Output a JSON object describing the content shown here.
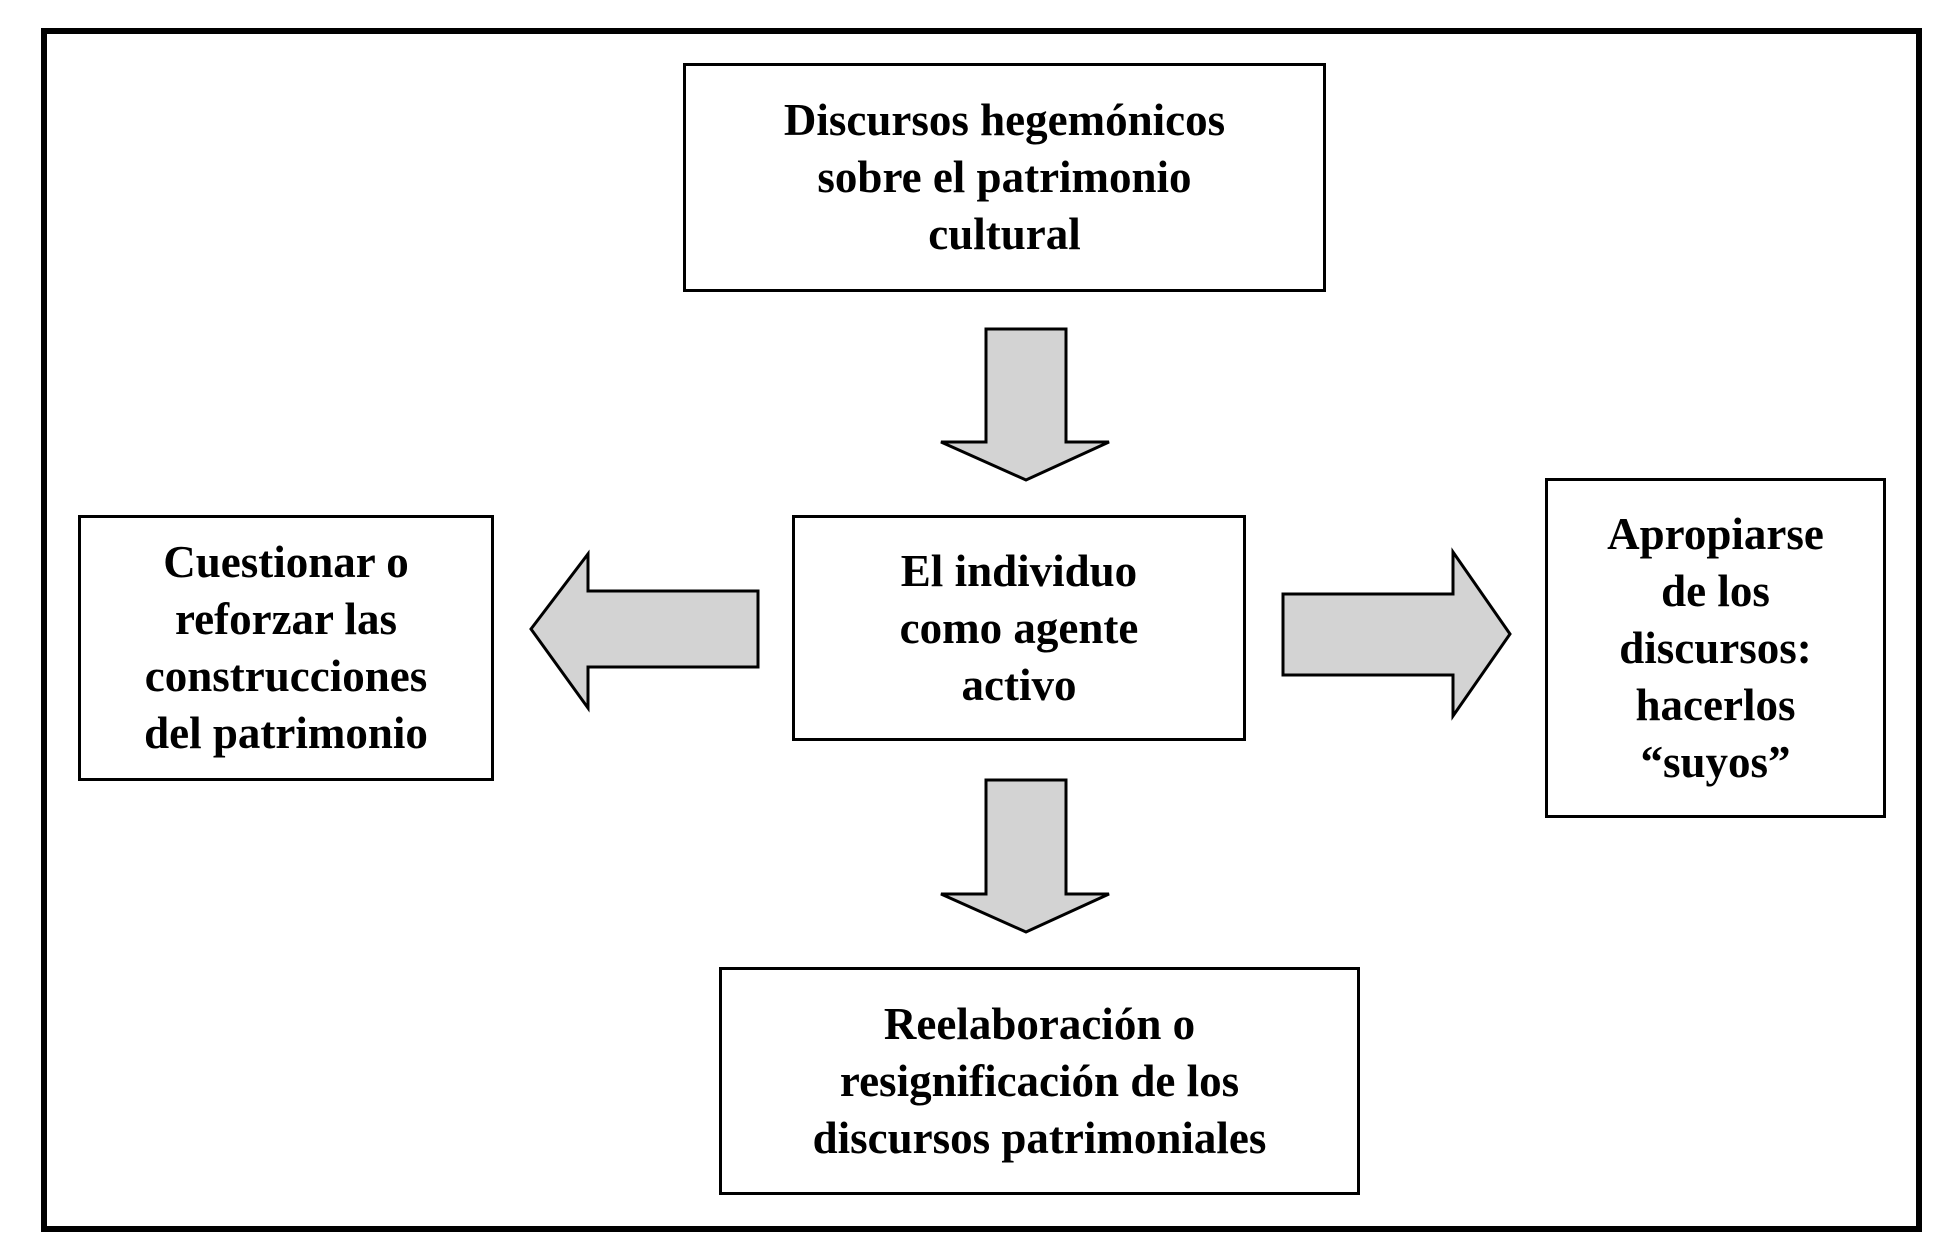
{
  "diagram": {
    "type": "flow",
    "colors": {
      "arrow_fill": "#d3d3d3",
      "stroke": "#000000",
      "background": "#ffffff"
    },
    "nodes": {
      "top": "Discursos hegemónicos\nsobre el patrimonio\ncultural",
      "center": "El individuo\ncomo agente\nactivo",
      "left": "Cuestionar o\nreforzar las\nconstrucciones\ndel patrimonio",
      "right": "Apropiarse\nde los\ndiscursos:\nhacerlos\n“suyos”",
      "bottom": "Reelaboración o\nresignificación de los\ndiscursos patrimoniales"
    },
    "edges": [
      {
        "from": "top",
        "to": "center"
      },
      {
        "from": "center",
        "to": "left"
      },
      {
        "from": "center",
        "to": "right"
      },
      {
        "from": "center",
        "to": "bottom"
      }
    ]
  }
}
